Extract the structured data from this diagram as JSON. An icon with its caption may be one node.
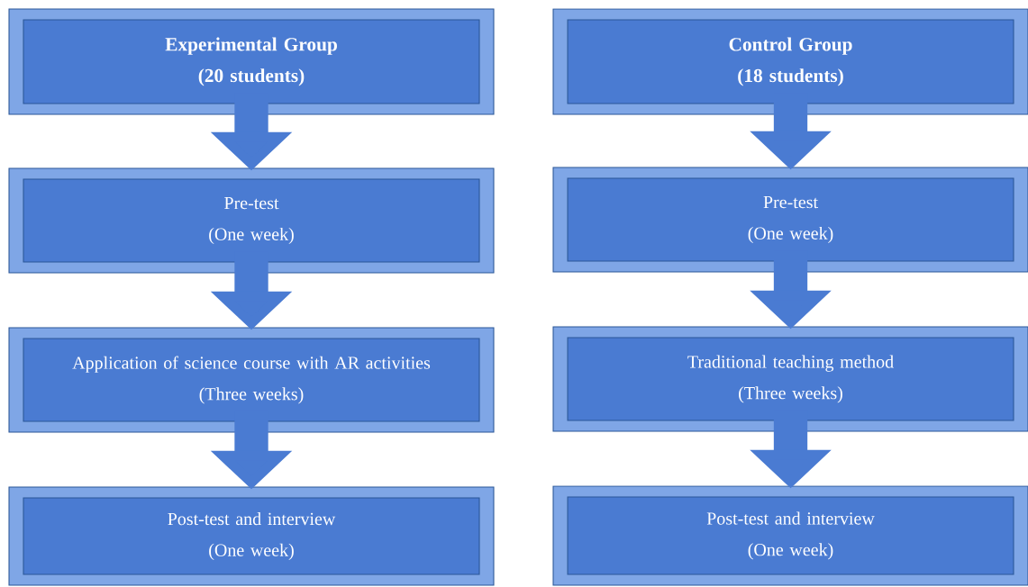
{
  "diagram": {
    "nodes": [
      {
        "text": [
          "Experimental Group",
          "(20 students)"
        ]
      },
      {
        "text": [
          "Pre-test",
          "(One week)"
        ]
      },
      {
        "text": [
          "Application of science course with AR activities",
          "(Three weeks)"
        ]
      },
      {
        "text": [
          "Post-test and interview",
          "(One week)"
        ]
      },
      {
        "text": [
          "Control Group",
          "(18 students)"
        ]
      },
      {
        "text": [
          "Pre-test",
          "(One week)"
        ]
      },
      {
        "text": [
          "Traditional teaching method",
          "(Three weeks)"
        ]
      },
      {
        "text": [
          "Post-test and interview",
          "(One week)"
        ]
      }
    ],
    "edges": [
      {
        "from": 0,
        "to": 1,
        "arrow": "to"
      },
      {
        "from": 1,
        "to": 2,
        "arrow": "to"
      },
      {
        "from": 2,
        "to": 3,
        "arrow": "to"
      },
      {
        "from": 4,
        "to": 5,
        "arrow": "to"
      },
      {
        "from": 5,
        "to": 6,
        "arrow": "to"
      },
      {
        "from": 6,
        "to": 7,
        "arrow": "to"
      }
    ]
  }
}
